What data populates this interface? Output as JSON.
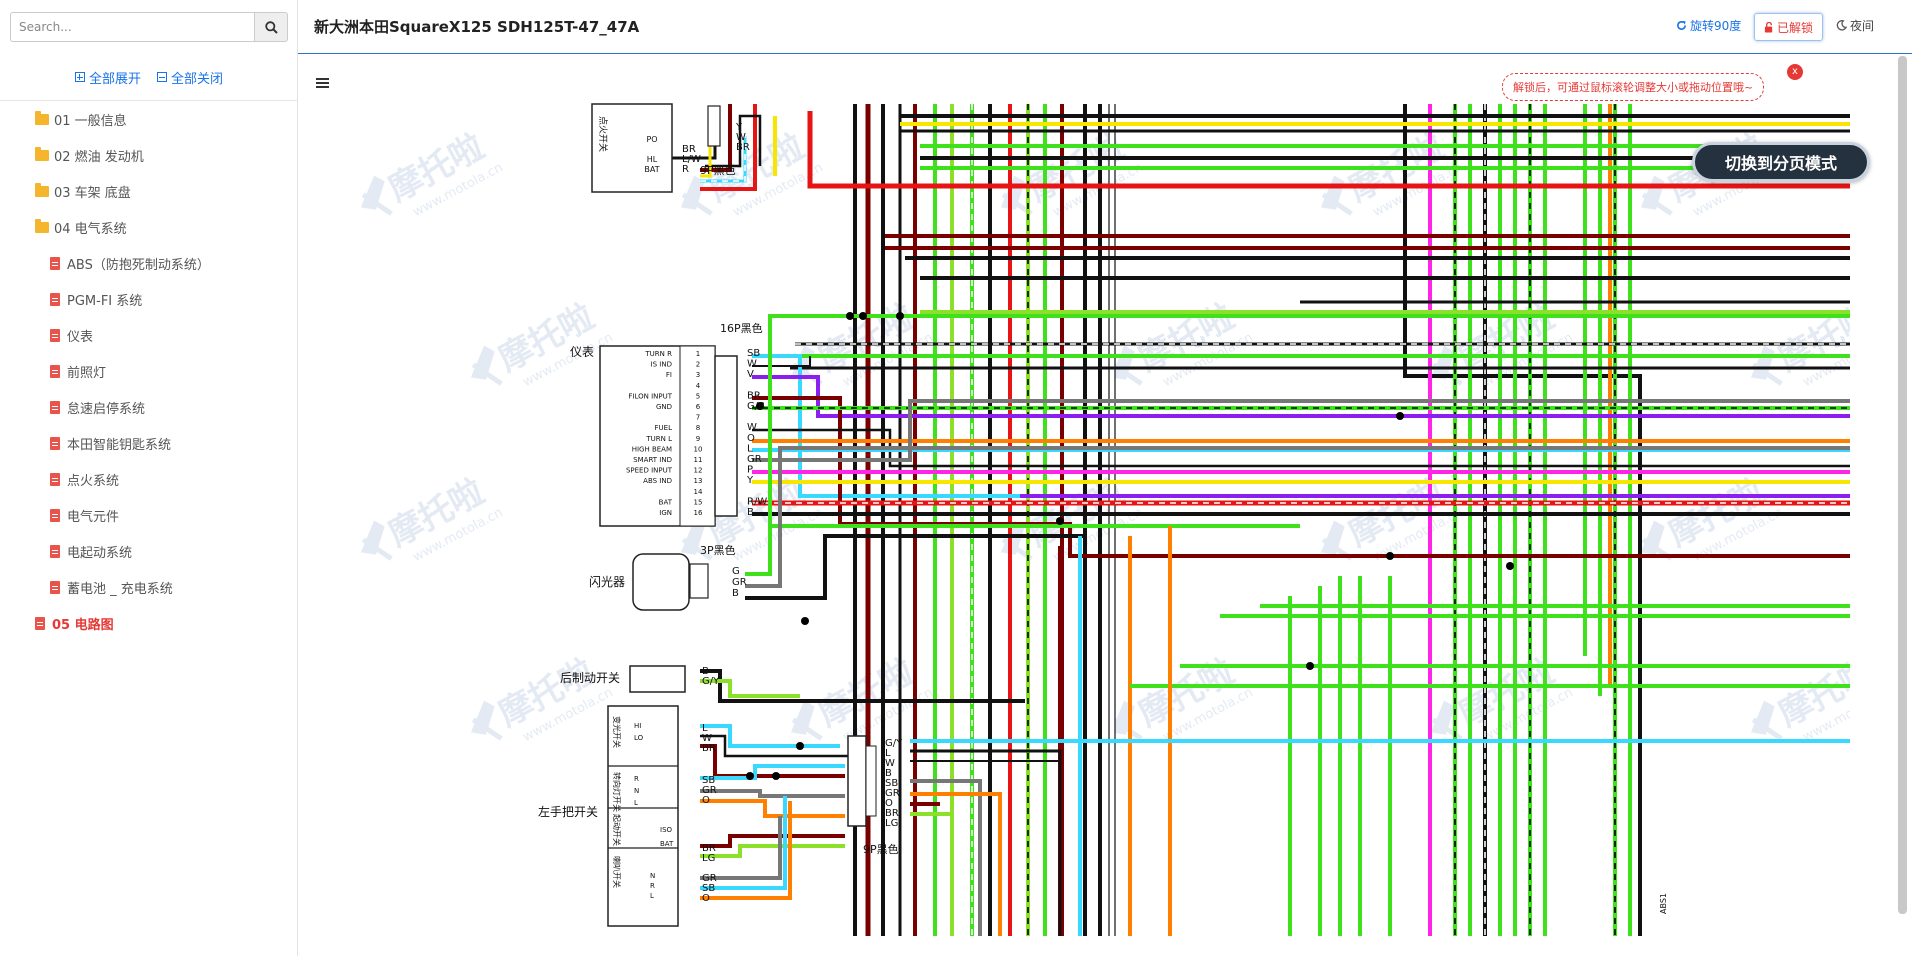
{
  "search": {
    "placeholder": "Search..."
  },
  "expand": {
    "expand_all": "全部展开",
    "collapse_all": "全部关闭"
  },
  "tree": [
    {
      "label": "01 一般信息",
      "type": "folder",
      "level": 0
    },
    {
      "label": "02 燃油 发动机",
      "type": "folder",
      "level": 0
    },
    {
      "label": "03 车架 底盘",
      "type": "folder",
      "level": 0
    },
    {
      "label": "04 电气系统",
      "type": "folder",
      "level": 0
    },
    {
      "label": "ABS（防抱死制动系统）",
      "type": "file",
      "level": 1
    },
    {
      "label": "PGM-FI 系统",
      "type": "file",
      "level": 1
    },
    {
      "label": "仪表",
      "type": "file",
      "level": 1
    },
    {
      "label": "前照灯",
      "type": "file",
      "level": 1
    },
    {
      "label": "怠速启停系统",
      "type": "file",
      "level": 1
    },
    {
      "label": "本田智能钥匙系统",
      "type": "file",
      "level": 1
    },
    {
      "label": "点火系统",
      "type": "file",
      "level": 1
    },
    {
      "label": "电气元件",
      "type": "file",
      "level": 1
    },
    {
      "label": "电起动系统",
      "type": "file",
      "level": 1
    },
    {
      "label": "蓄电池 _ 充电系统",
      "type": "file",
      "level": 1
    },
    {
      "label": "05 电路图",
      "type": "file",
      "level": 0,
      "active": true
    }
  ],
  "header": {
    "title": "新大洲本田SquareX125 SDH125T-47_47A",
    "rotate": "旋转90度",
    "unlock": "已解锁",
    "night": "夜间"
  },
  "tooltip": "解锁后，可通过鼠标滚轮调整大小或拖动位置哦~",
  "tooltip_close": "x",
  "mode_button": "切换到分页模式",
  "diagram": {
    "components": {
      "meter": "仪表",
      "connector16p": "16P黑色",
      "connector9p_top": "9P黑色",
      "connector3p": "3P黑色",
      "flasher": "闪光器",
      "rear_brake": "后制动开关",
      "left_handle": "左手把开关",
      "connector9p_bottom": "9P黑色",
      "ignition_switch": "点火开关",
      "dimmer_switch": "变光开关",
      "turn_switch": "转向灯开关",
      "horn_switch": "喇叭开关",
      "start_switch": "起动开关"
    },
    "top_switch_pins": [
      "PO",
      "HL",
      "BAT"
    ],
    "top_switch_wires": [
      "BR",
      "L/W",
      "R"
    ],
    "top_9p_wires": [
      "Y",
      "W",
      "BR"
    ],
    "meter_pins": [
      "TURN R",
      "IS IND",
      "FI",
      "",
      "FILON INPUT",
      "GND",
      "",
      "FUEL",
      "TURN L",
      "HIGH BEAM",
      "SMART IND",
      "SPEED INPUT",
      "ABS IND",
      "",
      "BAT",
      "IGN"
    ],
    "meter_pin_numbers": [
      "1",
      "2",
      "3",
      "4",
      "5",
      "6",
      "7",
      "8",
      "9",
      "10",
      "11",
      "12",
      "13",
      "14",
      "15",
      "16"
    ],
    "meter_wires": [
      "SB",
      "W",
      "V",
      "",
      "BR",
      "G/B",
      "",
      "W",
      "O",
      "L",
      "GR",
      "P",
      "Y",
      "",
      "R/W",
      "B"
    ],
    "flasher_wires": [
      "G",
      "GR",
      "B"
    ],
    "brake_wires": [
      "B",
      "G/Y"
    ],
    "dimmer_pins": [
      "HI",
      "LO"
    ],
    "dimmer_wires": [
      "L",
      "W",
      "BR"
    ],
    "turn_pins": [
      "R",
      "N",
      "L"
    ],
    "turn_wires": [
      "SB",
      "GR",
      "O"
    ],
    "start_pins": [
      "ISO",
      "BAT"
    ],
    "start_wires": [
      "BR",
      "LG"
    ],
    "horn_pins": [
      "N",
      "R",
      "L"
    ],
    "horn_wires": [
      "GR",
      "SB",
      "O"
    ],
    "bottom_9p_wires": [
      "G/Y",
      "L",
      "W",
      "B",
      "SB",
      "GR",
      "O",
      "BR",
      "LG"
    ],
    "edge_label": "ABS1",
    "watermark": "摩托啦",
    "watermark_url": "www.motola.cn"
  },
  "colors": {
    "accent": "#1a73e8",
    "danger": "#e53935",
    "dark": "#24313f"
  }
}
